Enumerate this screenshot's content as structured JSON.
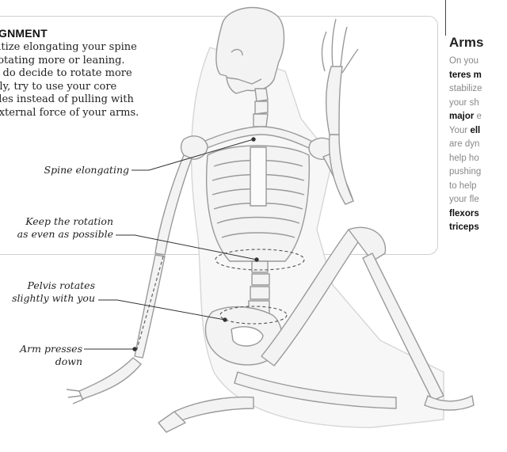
{
  "alignment": {
    "title": "GNMENT",
    "lines": [
      "ritize elongating your spine",
      " rotating more or leaning.",
      "u do decide to rotate more",
      "ply, try to use your core",
      "cles instead of pulling with",
      "external force of your arms."
    ]
  },
  "arms": {
    "heading": "Arms",
    "lines": [
      [
        {
          "t": "On you",
          "b": false
        }
      ],
      [
        {
          "t": "teres m",
          "b": true
        }
      ],
      [
        {
          "t": "stabilize",
          "b": false
        }
      ],
      [
        {
          "t": "your sh",
          "b": false
        }
      ],
      [
        {
          "t": "major",
          "b": true
        },
        {
          "t": " e",
          "b": false
        }
      ],
      [
        {
          "t": "Your ",
          "b": false
        },
        {
          "t": "ell",
          "b": true
        }
      ],
      [
        {
          "t": "are dyn",
          "b": false
        }
      ],
      [
        {
          "t": "help ho",
          "b": false
        }
      ],
      [
        {
          "t": "pushing",
          "b": false
        }
      ],
      [
        {
          "t": "to help",
          "b": false
        }
      ],
      [
        {
          "t": "your fle",
          "b": false
        }
      ],
      [
        {
          "t": "flexors",
          "b": true
        }
      ],
      [
        {
          "t": "triceps",
          "b": true
        }
      ]
    ]
  },
  "labels": {
    "spine": "Spine elongating",
    "rotation_line1": "Keep the rotation",
    "rotation_line2": "as even as possible",
    "pelvis_line1": "Pelvis rotates",
    "pelvis_line2": "slightly with you",
    "arm_line1": "Arm presses",
    "arm_line2": "down"
  },
  "colors": {
    "bone_fill": "#f3f3f3",
    "bone_stroke": "#9a9a9a",
    "leader_line": "#333333",
    "box_border": "#cfcfcf"
  }
}
